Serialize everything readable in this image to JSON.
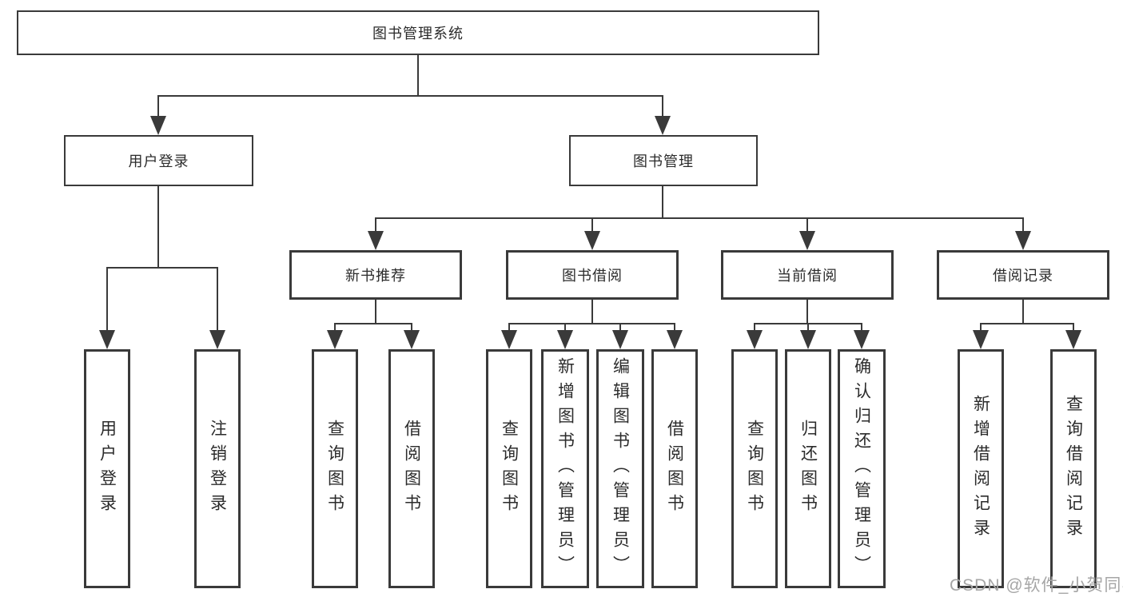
{
  "diagram": {
    "root": {
      "label": "图书管理系统"
    },
    "level2": [
      {
        "label": "用户登录"
      },
      {
        "label": "图书管理"
      }
    ],
    "level3": [
      {
        "label": "新书推荐",
        "parent": "图书管理"
      },
      {
        "label": "图书借阅",
        "parent": "图书管理"
      },
      {
        "label": "当前借阅",
        "parent": "图书管理"
      },
      {
        "label": "借阅记录",
        "parent": "图书管理"
      }
    ],
    "leaves": [
      {
        "group": "用户登录",
        "label": "用户登录"
      },
      {
        "group": "用户登录",
        "label": "注销登录"
      },
      {
        "group": "新书推荐",
        "label": "查询图书"
      },
      {
        "group": "新书推荐",
        "label": "借阅图书"
      },
      {
        "group": "图书借阅",
        "label": "查询图书"
      },
      {
        "group": "图书借阅",
        "label": "新增图书（管理员）"
      },
      {
        "group": "图书借阅",
        "label": "编辑图书（管理员）"
      },
      {
        "group": "图书借阅",
        "label": "借阅图书"
      },
      {
        "group": "当前借阅",
        "label": "查询图书"
      },
      {
        "group": "当前借阅",
        "label": "归还图书"
      },
      {
        "group": "当前借阅",
        "label": "确认归还（管理员）"
      },
      {
        "group": "借阅记录",
        "label": "新增借阅记录"
      },
      {
        "group": "借阅记录",
        "label": "查询借阅记录"
      }
    ]
  },
  "watermark": {
    "text": "CSDN @软件_小贺同学"
  },
  "colors": {
    "stroke": "#3a3a3a",
    "text": "#2b2b2b",
    "watermark": "#a6a6a6",
    "background": "#ffffff"
  }
}
